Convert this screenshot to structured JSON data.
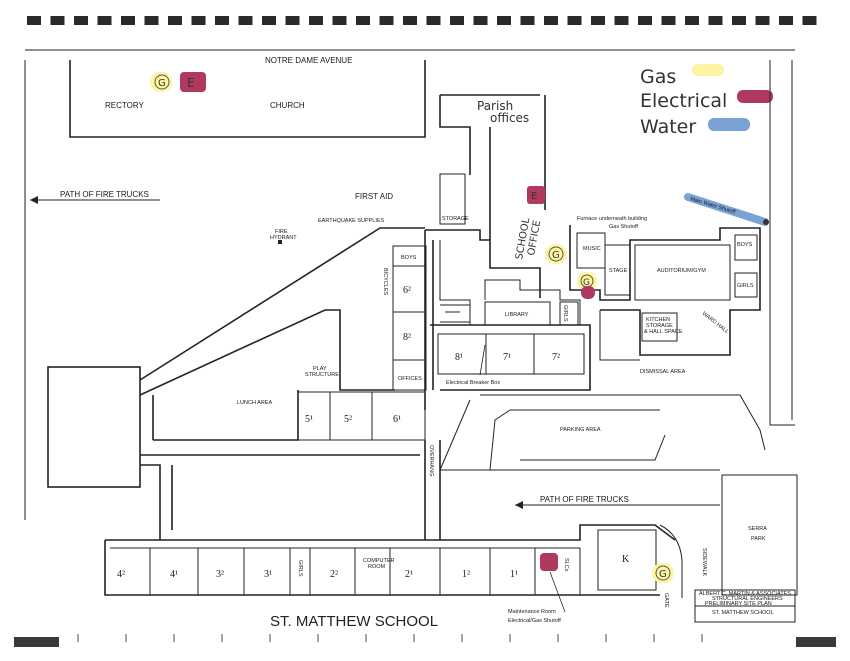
{
  "title": "ST. MATTHEW SCHOOL",
  "legend": [
    {
      "label": "Gas",
      "color": "#fdf5a0"
    },
    {
      "label": "Electrical",
      "color": "#b03a5e"
    },
    {
      "label": "Water",
      "color": "#7aa2d4"
    }
  ],
  "labels": {
    "street": "NOTRE DAME AVENUE",
    "rectory": "RECTORY",
    "church": "CHURCH",
    "parish_1": "Parish",
    "parish_2": "offices",
    "fire_trucks_top": "PATH OF FIRE TRUCKS",
    "first_aid": "FIRST AID",
    "earthquake": "EARTHQUAKE SUPPLIES",
    "storage": "STORAGE",
    "fire_hydrant_1": "FIRE",
    "fire_hydrant_2": "HYDRANT",
    "school_office_1": "SCHOOL",
    "school_office_2": "OFFICE",
    "furnace_1": "Furnace underneath building",
    "furnace_2": "Gas Shutoff",
    "water_shutoff": "Main Water Shutoff",
    "music": "MUSIC",
    "stage": "STAGE",
    "auditorium": "AUDITORIUM/GYM",
    "boys_right": "BOYS",
    "girls_right": "GIRLS",
    "kitchen_1": "KITCHEN",
    "kitchen_2": "STORAGE",
    "kitchen_3": "& HALL SPACE",
    "ward_hall": "WARD HALL",
    "dismissal": "DISMISSAL AREA",
    "boys_left": "BOYS",
    "bicycles": "BICYCLES",
    "library": "LIBRARY",
    "girls_mid": "GIRLS",
    "offices": "OFFICES",
    "electrical_box": "Electrical Breaker Box",
    "lunch_area": "LUNCH AREA",
    "play_1": "PLAY",
    "play_2": "STRUCTURE",
    "parking": "PARKING AREA",
    "overhang": "OVERHANG",
    "fire_trucks_bottom": "PATH OF FIRE TRUCKS",
    "serra_1": "SERRA",
    "serra_2": "PARK",
    "maintenance_1": "Maintenance   Room",
    "maintenance_2": "Electrical/Gas  Shutoff",
    "girls_bottom": "GIRLS",
    "computer_1": "COMPUTER",
    "computer_2": "ROOM",
    "slcs": "SLCs",
    "gate": "GATE",
    "sidewalk": "SIDEWALK",
    "title_block_1": "ALBERT C. MARTIN & ASSOCIATES",
    "title_block_2": "STRUCTURAL ENGINEERS",
    "title_block_3": "PRELIMINARY SITE PLAN",
    "title_block_4": "ST. MATTHEW SCHOOL"
  },
  "rooms": {
    "r62": "6²",
    "r82": "8²",
    "r81": "8¹",
    "r71": "7¹",
    "r72": "7²",
    "r51": "5¹",
    "r52": "5²",
    "r61": "6¹",
    "r42": "4²",
    "r41": "4¹",
    "r32": "3²",
    "r31": "3¹",
    "r22": "2²",
    "r21": "2¹",
    "r12": "1²",
    "r11": "1¹",
    "rk": "K"
  },
  "markers": {
    "gas_letter": "G",
    "elec_letter": "E"
  }
}
